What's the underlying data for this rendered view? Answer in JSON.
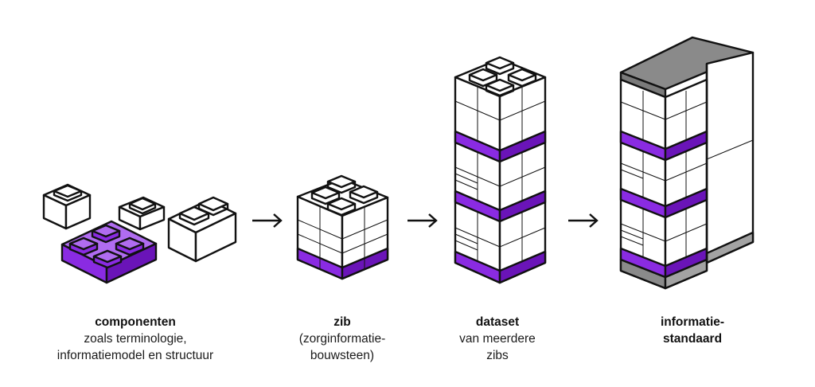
{
  "colors": {
    "accent_purple": "#8a2be2",
    "purple_light": "#b06cf0",
    "purple_dark": "#6a14b8",
    "grey_top": "#8a8a8a",
    "grey_side": "#a3a3a3",
    "outline": "#111111"
  },
  "steps": [
    {
      "title": "componenten",
      "subtitle": [
        "zoals terminologie,",
        "informatiemodel en structuur"
      ]
    },
    {
      "title": "zib",
      "subtitle": [
        "(zorginformatie-",
        "bouwsteen)"
      ]
    },
    {
      "title": "dataset",
      "subtitle": [
        "van meerdere",
        "zibs"
      ]
    },
    {
      "title_lines": [
        "informatie-",
        "standaard"
      ]
    }
  ],
  "icons": [
    "arrow-right-icon",
    "arrow-right-icon",
    "arrow-right-icon"
  ]
}
